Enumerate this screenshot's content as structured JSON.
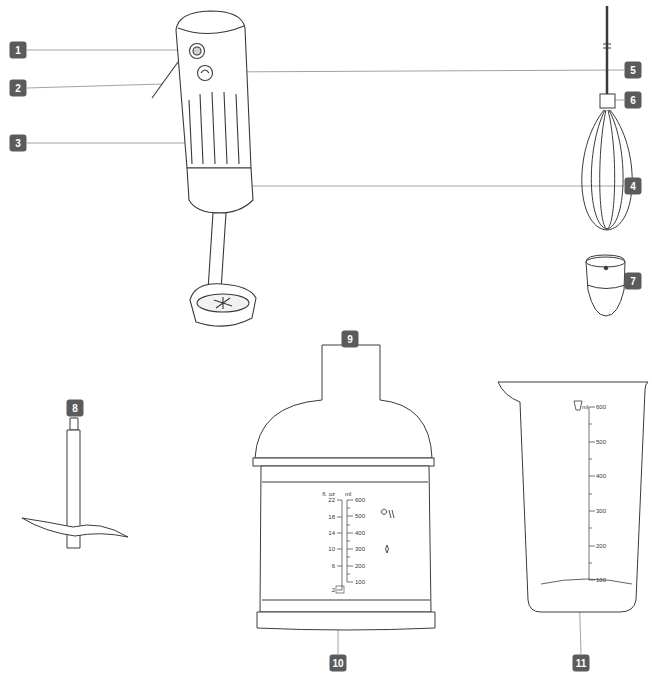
{
  "diagram": {
    "labels": [
      "1",
      "2",
      "3",
      "4",
      "5",
      "6",
      "7",
      "8",
      "9",
      "10",
      "11",
      "fl. oz",
      "ml",
      "22",
      "18",
      "14",
      "10",
      "6",
      "2",
      "600",
      "500",
      "400",
      "300",
      "200",
      "100",
      "ml",
      "600",
      "500",
      "400",
      "300",
      "200",
      "100"
    ]
  }
}
